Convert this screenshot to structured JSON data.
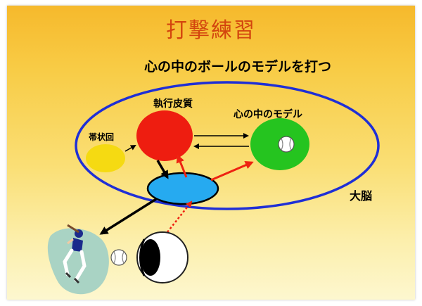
{
  "title": "打撃練習",
  "subtitle": "心の中のボールのモデルを打つ",
  "labels": {
    "cingulate": "帯状回",
    "executive": "執行皮質",
    "model": "心の中のモデル",
    "brain": "大脳"
  },
  "colors": {
    "background_top": "#f6b92c",
    "background_bottom": "#fdf7cf",
    "title": "#d3450e",
    "brain_outline": "#1f2fd6",
    "cingulate": "#f5da12",
    "executive": "#ee1d10",
    "model": "#25c41f",
    "sensory": "#26aaf0",
    "red_arrow": "#ee2211"
  }
}
